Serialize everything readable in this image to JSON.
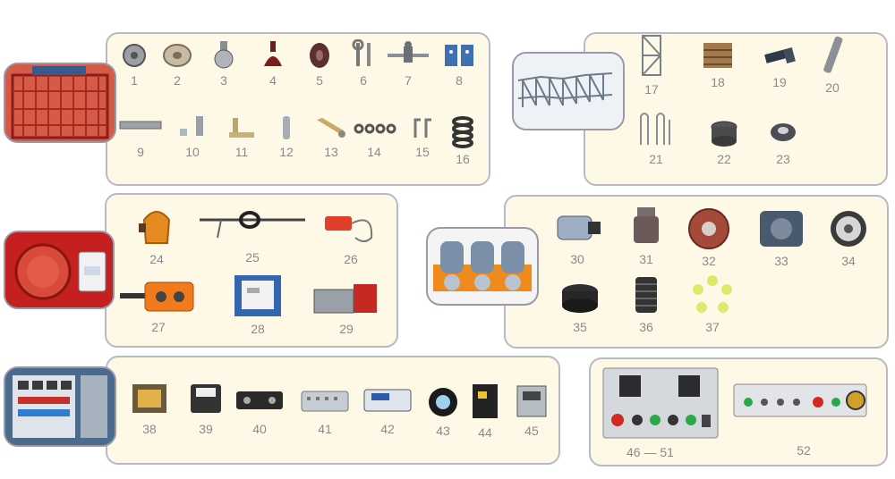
{
  "parts": [
    {
      "n": "1",
      "icon": "roller-icon"
    },
    {
      "n": "2",
      "icon": "pulley-wheel-icon"
    },
    {
      "n": "3",
      "icon": "guide-roller-icon"
    },
    {
      "n": "4",
      "icon": "buffer-icon"
    },
    {
      "n": "5",
      "icon": "rubber-wheel-icon"
    },
    {
      "n": "6",
      "icon": "wrench-icon"
    },
    {
      "n": "7",
      "icon": "anchor-rod-icon"
    },
    {
      "n": "8",
      "icon": "slider-block-icon"
    },
    {
      "n": "9",
      "icon": "rail-bar-icon"
    },
    {
      "n": "10",
      "icon": "bolt-nut-icon"
    },
    {
      "n": "11",
      "icon": "bracket-icon"
    },
    {
      "n": "12",
      "icon": "pin-icon"
    },
    {
      "n": "13",
      "icon": "cam-lever-icon"
    },
    {
      "n": "14",
      "icon": "washers-icon"
    },
    {
      "n": "15",
      "icon": "hook-pin-icon"
    },
    {
      "n": "16",
      "icon": "spring-icon"
    },
    {
      "n": "17",
      "icon": "mast-section-icon"
    },
    {
      "n": "18",
      "icon": "wood-pallet-icon"
    },
    {
      "n": "19",
      "icon": "bolt-icon"
    },
    {
      "n": "20",
      "icon": "shaft-icon"
    },
    {
      "n": "21",
      "icon": "u-bolt-icon"
    },
    {
      "n": "22",
      "icon": "sleeve-icon"
    },
    {
      "n": "23",
      "icon": "nut-icon"
    },
    {
      "n": "24",
      "icon": "safety-device-icon"
    },
    {
      "n": "25",
      "icon": "cable-icon"
    },
    {
      "n": "26",
      "icon": "handle-switch-icon"
    },
    {
      "n": "27",
      "icon": "pendant-control-icon"
    },
    {
      "n": "28",
      "icon": "control-box-icon"
    },
    {
      "n": "29",
      "icon": "brake-unit-icon"
    },
    {
      "n": "30",
      "icon": "motor-icon"
    },
    {
      "n": "31",
      "icon": "gear-housing-icon"
    },
    {
      "n": "32",
      "icon": "flange-icon"
    },
    {
      "n": "33",
      "icon": "gearbox-cover-icon"
    },
    {
      "n": "34",
      "icon": "brake-disc-icon"
    },
    {
      "n": "35",
      "icon": "coupling-icon"
    },
    {
      "n": "36",
      "icon": "pinion-gear-icon"
    },
    {
      "n": "37",
      "icon": "elastic-spider-icon"
    },
    {
      "n": "38",
      "icon": "transformer-icon"
    },
    {
      "n": "39",
      "icon": "contactor-icon"
    },
    {
      "n": "40",
      "icon": "rectifier-module-icon"
    },
    {
      "n": "41",
      "icon": "terminal-block-icon"
    },
    {
      "n": "42",
      "icon": "controller-board-icon"
    },
    {
      "n": "43",
      "icon": "indicator-light-icon"
    },
    {
      "n": "44",
      "icon": "relay-box-icon"
    },
    {
      "n": "45",
      "icon": "cabinet-panel-icon"
    }
  ],
  "range_label": {
    "start": "46",
    "dash": "—",
    "end": "51"
  },
  "panel_52": {
    "n": "52"
  },
  "colors": {
    "panel_bg": "#fdf9e6",
    "panel_border": "#b9b9c6",
    "number": "#8a8a8a"
  }
}
